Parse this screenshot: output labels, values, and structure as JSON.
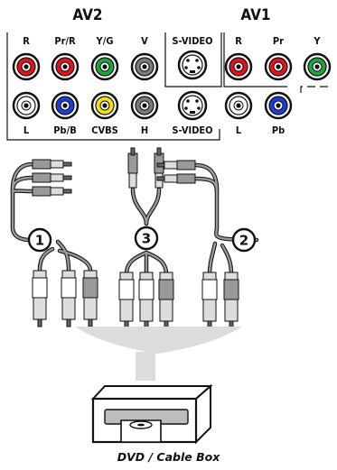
{
  "panel": {
    "av2": {
      "title": "AV2",
      "top_labels": [
        "R",
        "Pr/R",
        "Y/G",
        "V"
      ],
      "bottom_labels": [
        "L",
        "Pb/B",
        "CVBS",
        "H"
      ],
      "top_jack_colors": [
        "#e8101a",
        "#e8101a",
        "#18a838",
        "#7a7a7a"
      ],
      "bottom_jack_colors": [
        "#ffffff",
        "#1e3cd8",
        "#f5e400",
        "#7a7a7a"
      ]
    },
    "svideo": {
      "top_label": "S-VIDEO",
      "bottom_label": "S-VIDEO"
    },
    "av1": {
      "title": "AV1",
      "top_labels": [
        "R",
        "Pr",
        "Y"
      ],
      "bottom_labels": [
        "L",
        "Pb"
      ],
      "top_jack_colors": [
        "#e8101a",
        "#e8101a",
        "#18a838"
      ],
      "bottom_jack_colors": [
        "#ffffff",
        "#1e3cd8"
      ]
    }
  },
  "cables": {
    "markers": [
      "1",
      "3",
      "2"
    ]
  },
  "device": {
    "label": "DVD / Cable Box"
  },
  "colors": {
    "line": "#111111",
    "cable_gray": "#8a8a8a",
    "beam": "#dcdcdc"
  }
}
